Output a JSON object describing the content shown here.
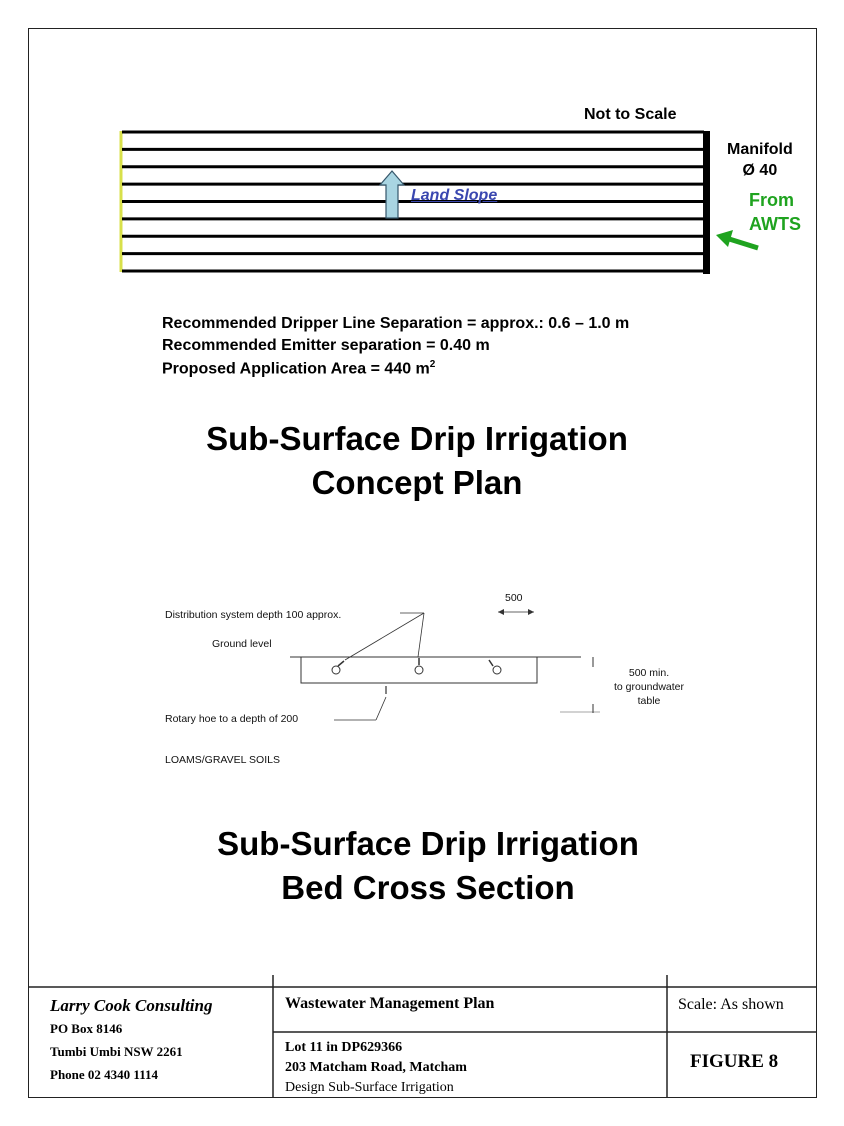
{
  "plan": {
    "not_to_scale": "Not  to Scale",
    "manifold_label": "Manifold",
    "manifold_diameter": "Ø 40",
    "from_label": "From",
    "from_source": "AWTS",
    "land_slope": "Land Slope"
  },
  "specs": {
    "line1": "Recommended Dripper Line Separation = approx.:  0.6 – 1.0 m",
    "line2": "Recommended Emitter separation = 0.40 m",
    "line3_prefix": "Proposed  Application Area = 440 m",
    "line3_sup": "2"
  },
  "titles": {
    "concept_line1": "Sub-Surface Drip Irrigation",
    "concept_line2": "Concept Plan",
    "section_line1": "Sub-Surface Drip Irrigation",
    "section_line2": "Bed Cross Section"
  },
  "cross_section": {
    "spacing": "500",
    "distribution_depth": "Distribution system depth 100 approx.",
    "ground_level": "Ground level",
    "min_line1": "500 min.",
    "min_line2": "to groundwater",
    "min_line3": "table",
    "rotary_hoe": "Rotary hoe to a depth of 200",
    "soil_type": "LOAMS/GRAVEL SOILS"
  },
  "title_block": {
    "company": "Larry Cook Consulting",
    "po_box": "PO Box 8146",
    "locality": "Tumbi Umbi NSW 2261",
    "phone": "Phone 02 4340 1114",
    "plan_title": "Wastewater Management Plan",
    "scale": "Scale: As shown",
    "lot": "Lot 11 in DP629366",
    "address": "203 Matcham Road, Matcham",
    "design": "Design Sub-Surface Irrigation",
    "figure": "FIGURE 8"
  },
  "colors": {
    "bed_edge": "#d8e04a",
    "from_green": "#1fa31f",
    "slope_arrow": "#a9d5e2",
    "slope_text": "#3a47b0"
  }
}
